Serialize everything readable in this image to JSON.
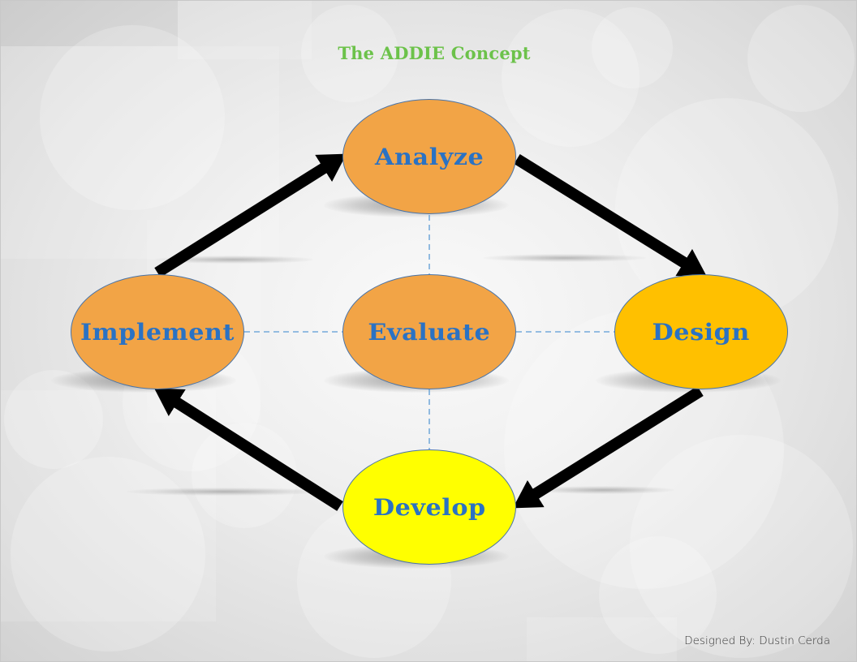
{
  "title": "The ADDIE Concept",
  "credit": "Designed By: Dustin Cerda",
  "colors": {
    "title": "#6cc24a",
    "label": "#2a72c4",
    "orange": "#f2a446",
    "gold": "#ffc000",
    "yellow": "#ffff00",
    "arrow": "#000000",
    "connector": "#5b9bd5"
  },
  "nodes": [
    {
      "id": "analyze",
      "label": "Analyze",
      "position": "top",
      "color": "#f2a446"
    },
    {
      "id": "design",
      "label": "Design",
      "position": "right",
      "color": "#ffc000"
    },
    {
      "id": "develop",
      "label": "Develop",
      "position": "bottom",
      "color": "#ffff00"
    },
    {
      "id": "implement",
      "label": "Implement",
      "position": "left",
      "color": "#f2a446"
    },
    {
      "id": "evaluate",
      "label": "Evaluate",
      "position": "center",
      "color": "#f2a446"
    }
  ],
  "flow": [
    {
      "from": "Analyze",
      "to": "Design",
      "style": "solid-arrow"
    },
    {
      "from": "Design",
      "to": "Develop",
      "style": "solid-arrow"
    },
    {
      "from": "Develop",
      "to": "Implement",
      "style": "solid-arrow"
    },
    {
      "from": "Implement",
      "to": "Analyze",
      "style": "solid-arrow"
    }
  ],
  "connectors": [
    {
      "from": "Evaluate",
      "to": "Analyze",
      "style": "dashed"
    },
    {
      "from": "Evaluate",
      "to": "Design",
      "style": "dashed"
    },
    {
      "from": "Evaluate",
      "to": "Develop",
      "style": "dashed"
    },
    {
      "from": "Evaluate",
      "to": "Implement",
      "style": "dashed"
    }
  ]
}
